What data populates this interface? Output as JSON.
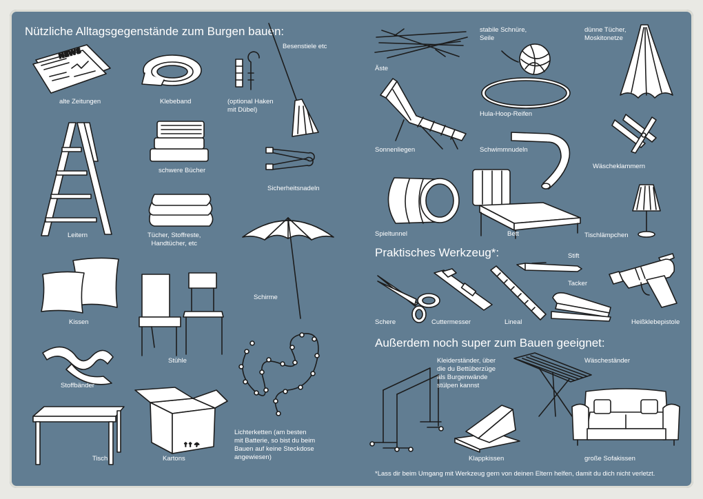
{
  "headings": {
    "everyday": "Nützliche Alltagsgegenstände zum Burgen bauen:",
    "tools": "Praktisches Werkzeug*:",
    "extra": "Außerdem noch super zum Bauen geeignet:"
  },
  "items": {
    "zeitungen": "alte Zeitungen",
    "klebeband": "Klebeband",
    "haken": "(optional Haken\nmit Dübel)",
    "besenstiele": "Besenstiele etc",
    "leitern": "Leitern",
    "buecher": "schwere Bücher",
    "sicherheitsnadeln": "Sicherheitsnadeln",
    "tuecher": "Tücher, Stoffreste,\nHandtücher, etc",
    "schirme": "Schirme",
    "kissen": "Kissen",
    "stuehle": "Stühle",
    "stoffbaender": "Stoffbänder",
    "tisch": "Tisch",
    "kartons": "Kartons",
    "lichterketten": "Lichterketten (am besten\nmit Batterie, so bist du beim\nBauen auf keine Steckdose\nangewiesen)",
    "aeste": "Äste",
    "schnuere": "stabile Schnüre,\nSeile",
    "duenne_tuecher": "dünne Tücher,\nMoskitonetze",
    "hulahoop": "Hula-Hoop-Reifen",
    "sonnenliegen": "Sonnenliegen",
    "schwimmnudeln": "Schwimmnudeln",
    "waescheklammern": "Wäscheklammern",
    "spieltunnel": "Spieltunnel",
    "bett": "Bett",
    "tischlaempchen": "Tischlämpchen"
  },
  "tools": {
    "stift": "Stift",
    "tacker": "Tacker",
    "schere": "Schere",
    "cuttermesser": "Cuttermesser",
    "lineal": "Lineal",
    "heissklebepistole": "Heißklebepistole"
  },
  "extras": {
    "kleiderstaender": "Kleiderständer, über\ndie du Bettüberzüge\nals Burgenwände\nstülpen kannst",
    "waeschestaender": "Wäscheständer",
    "klappkissen": "Klappkissen",
    "sofakissen": "große Sofakissen"
  },
  "footnote": "*Lass dir beim Umgang mit Werkzeug gern von deinen Eltern helfen, damit du dich nicht verletzt.",
  "newspaper_masthead": "NEWS",
  "colors": {
    "board": "#617d92",
    "frame": "#e9e9e4",
    "ink": "#1c1c1c",
    "label": "#ffffff"
  }
}
